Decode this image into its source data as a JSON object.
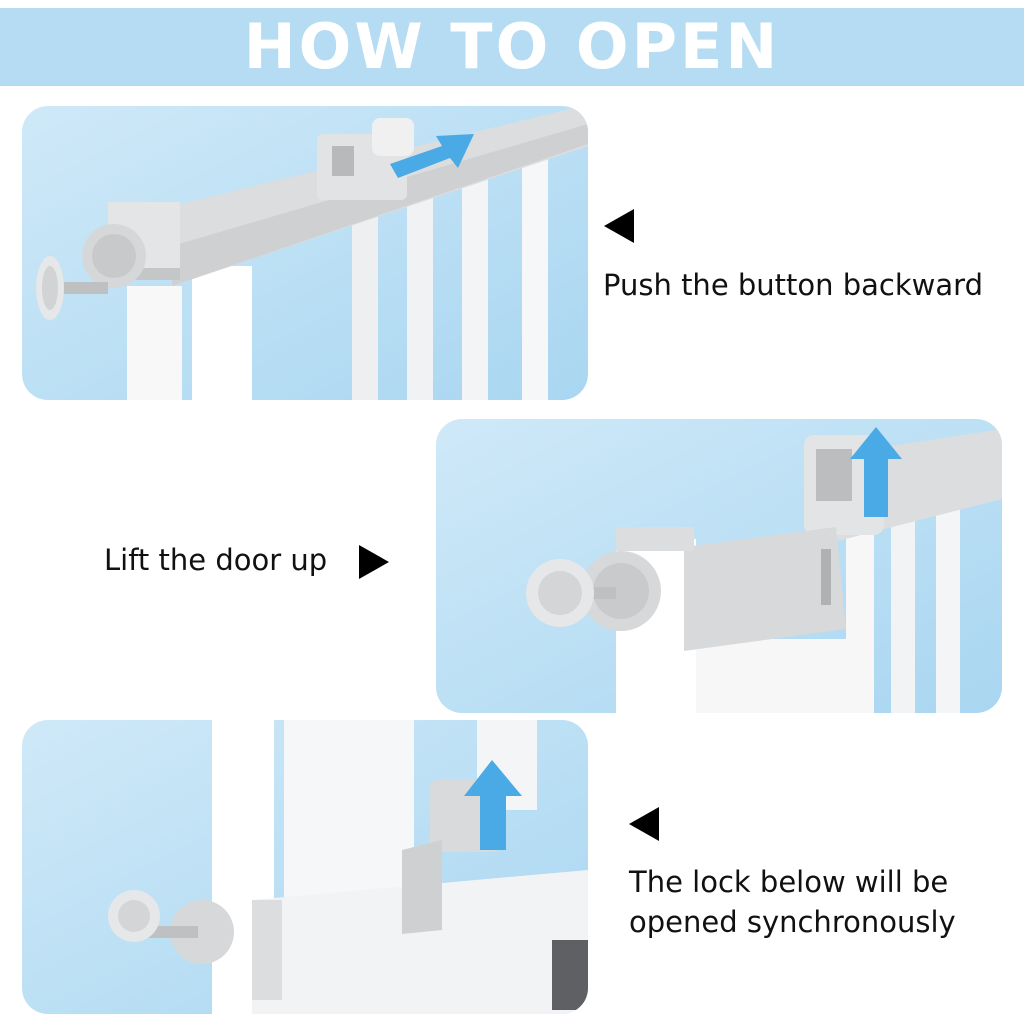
{
  "header": {
    "title": "HOW TO OPEN"
  },
  "steps": [
    {
      "caption": "Push the button backward",
      "pointer": "left-triangle-icon",
      "arrow_direction": "diagonal-up-right"
    },
    {
      "caption": "Lift the door up",
      "pointer": "right-triangle-icon",
      "arrow_direction": "up"
    },
    {
      "caption_line1": "The lock below will be",
      "caption_line2": "opened synchronously",
      "pointer": "left-triangle-icon",
      "arrow_direction": "up"
    }
  ],
  "colors": {
    "banner": "#b5dcf2",
    "arrow": "#4aaae6",
    "panel_bg": "#bde1f5"
  }
}
